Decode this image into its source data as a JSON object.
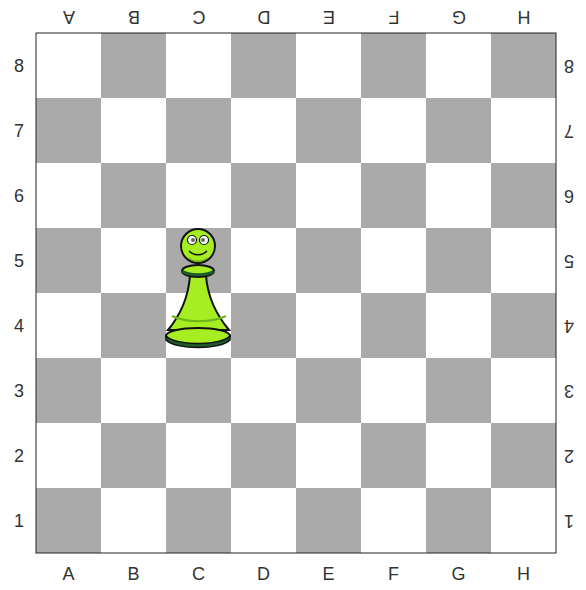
{
  "diagram": {
    "labels": [
      "A",
      "B",
      "C",
      "D",
      "E",
      "F",
      "G",
      "H",
      "8",
      "7",
      "6",
      "5",
      "4",
      "3",
      "2",
      "1",
      "8",
      "7",
      "6",
      "5",
      "4",
      "3",
      "2",
      "1",
      "A",
      "B",
      "C",
      "D",
      "E",
      "F",
      "G",
      "H"
    ]
  }
}
